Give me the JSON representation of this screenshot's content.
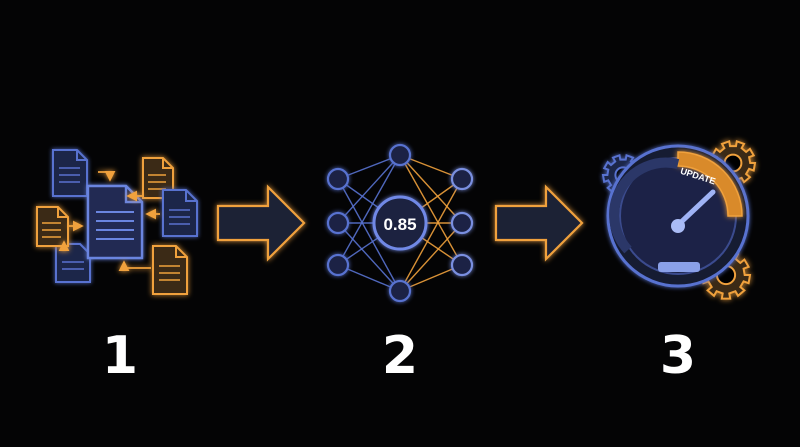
{
  "steps": [
    {
      "number": "1",
      "icon": "documents-merge-icon"
    },
    {
      "number": "2",
      "icon": "neural-network-icon",
      "node_value": "0.85"
    },
    {
      "number": "3",
      "icon": "gauge-update-icon",
      "badge": "UPDATE"
    }
  ],
  "arrows": [
    "arrow-right-icon",
    "arrow-right-icon"
  ],
  "colors": {
    "background": "#040405",
    "blue": "#5872d0",
    "blue_fill": "#1e2648",
    "orange": "#f0a13c",
    "orange_fill": "#3a2a14",
    "arrow_fill": "#1d2036",
    "text": "#ffffff"
  }
}
